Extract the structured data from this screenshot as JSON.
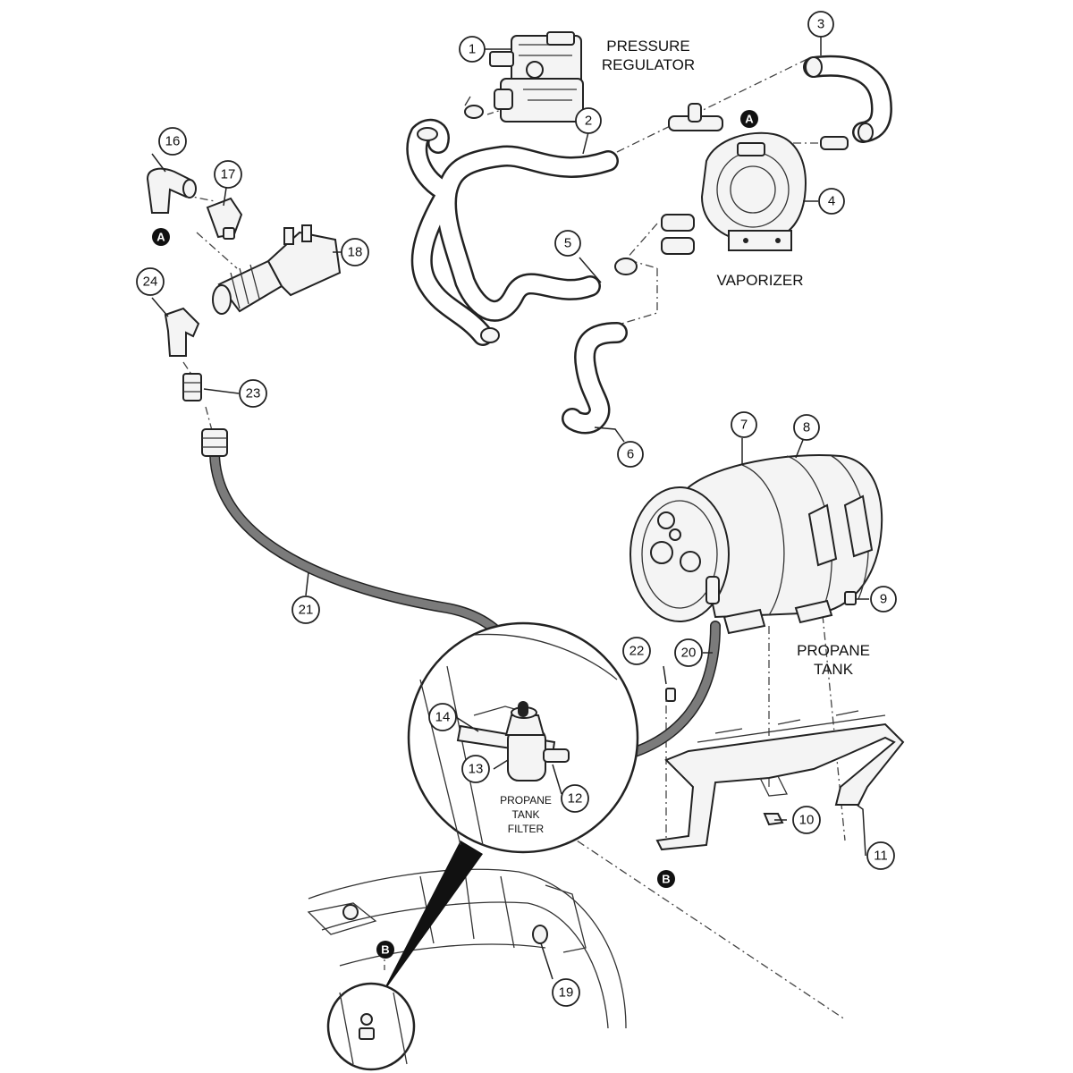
{
  "labels": {
    "pressure_regulator": [
      "PRESSURE",
      "REGULATOR"
    ],
    "vaporizer": "VAPORIZER",
    "propane_tank": [
      "PROPANE",
      "TANK"
    ],
    "propane_tank_filter": [
      "PROPANE",
      "TANK",
      "FILTER"
    ]
  },
  "callouts": {
    "c1": "1",
    "c2": "2",
    "c3": "3",
    "c4": "4",
    "c5": "5",
    "c6": "6",
    "c7": "7",
    "c8": "8",
    "c9": "9",
    "c10": "10",
    "c11": "11",
    "c12": "12",
    "c13": "13",
    "c14": "14",
    "c16": "16",
    "c17": "17",
    "c18": "18",
    "c19": "19",
    "c20": "20",
    "c21": "21",
    "c22": "22",
    "c23": "23",
    "c24": "24"
  },
  "markers": {
    "a_top": "A",
    "a_left": "A",
    "b_bracket": "B",
    "b_frame": "B"
  },
  "colors": {
    "line": "#222222",
    "fuel_hose": "#7b7b7b",
    "marker": "#111111",
    "background": "#ffffff"
  }
}
